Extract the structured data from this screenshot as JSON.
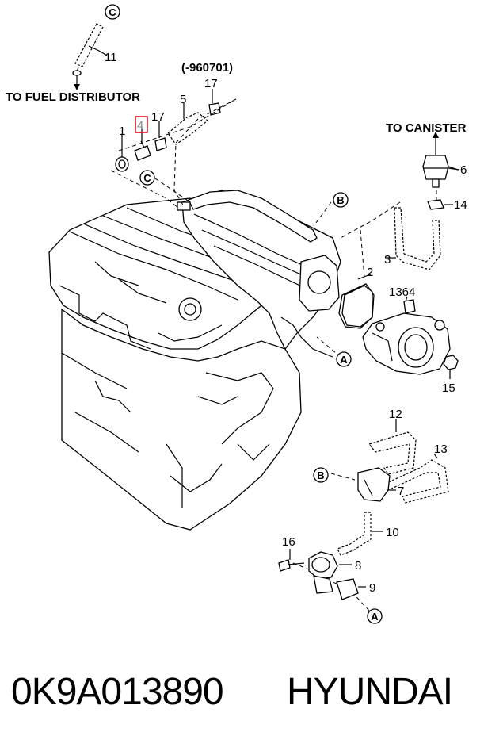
{
  "callouts": {
    "c_top": "C",
    "c_mid": "C",
    "b_top": "B",
    "b_bot": "B",
    "a_mid": "A",
    "a_bot": "A"
  },
  "headers": {
    "date_code": "(-960701)",
    "to_fuel": "TO FUEL DISTRIBUTOR",
    "to_canister": "TO CANISTER"
  },
  "parts": {
    "p1": "1",
    "p2": "2",
    "p3": "3",
    "p4": "4",
    "p5": "5",
    "p6": "6",
    "p7": "7",
    "p8": "8",
    "p9": "9",
    "p10": "10",
    "p11": "11",
    "p12": "12",
    "p13": "13",
    "p14": "14",
    "p15": "15",
    "p16": "16",
    "p17a": "17",
    "p17b": "17",
    "p1364": "1364"
  },
  "highlight_color": "#e0001b",
  "footer": {
    "part_number": "0K9A013890",
    "brand": "HYUNDAI"
  }
}
